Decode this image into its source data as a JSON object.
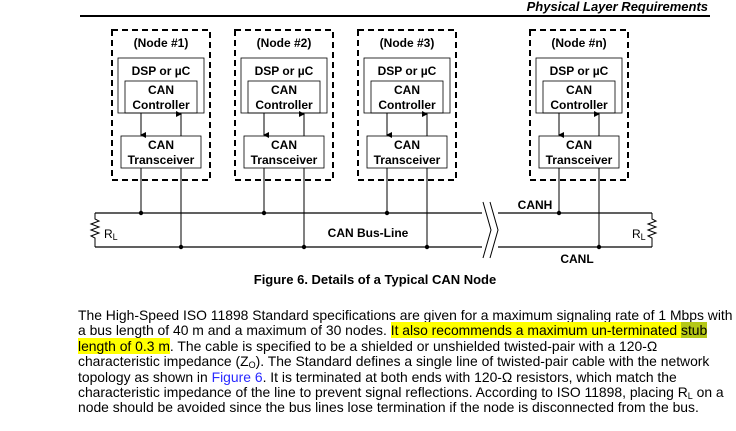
{
  "header": {
    "title": "Physical Layer Requirements"
  },
  "diagram": {
    "nodes": [
      {
        "label": "(Node #1)",
        "dsp": "DSP or µC",
        "ctrl1": "CAN",
        "ctrl2": "Controller",
        "xcvr1": "CAN",
        "xcvr2": "Transceiver"
      },
      {
        "label": "(Node #2)",
        "dsp": "DSP or µC",
        "ctrl1": "CAN",
        "ctrl2": "Controller",
        "xcvr1": "CAN",
        "xcvr2": "Transceiver"
      },
      {
        "label": "(Node #3)",
        "dsp": "DSP or µC",
        "ctrl1": "CAN",
        "ctrl2": "Controller",
        "xcvr1": "CAN",
        "xcvr2": "Transceiver"
      },
      {
        "label": "(Node #n)",
        "dsp": "DSP or µC",
        "ctrl1": "CAN",
        "ctrl2": "Controller",
        "xcvr1": "CAN",
        "xcvr2": "Transceiver"
      }
    ],
    "canh": "CANH",
    "canl": "CANL",
    "bus_label": "CAN Bus-Line",
    "rl": "R",
    "rl_sub": "L"
  },
  "caption": "Figure 6. Details of a Typical CAN Node",
  "paragraph": {
    "p1": "The High-Speed ISO 11898 Standard specifications are given for a maximum signaling rate of 1 Mbps with a bus length of 40 m and a maximum of 30 nodes. ",
    "hl1": "It also recommends a maximum un-terminated ",
    "sel": "stub",
    "hl2": " length of 0.3 m",
    "p2": ". The cable is specified to be a shielded or unshielded twisted-pair with a 120-Ω characteristic impedance (Z",
    "z_sub": "O",
    "p3": "). The Standard defines a single line of twisted-pair cable with the network topology as shown in ",
    "link": "Figure 6",
    "p4": ". It is terminated at both ends with 120-Ω resistors, which match the characteristic impedance of the line to prevent signal reflections. According to ISO 11898, placing R",
    "rl_sub": "L",
    "p5": " on a node should be avoided since the bus lines lose termination if the node is disconnected from the bus."
  }
}
